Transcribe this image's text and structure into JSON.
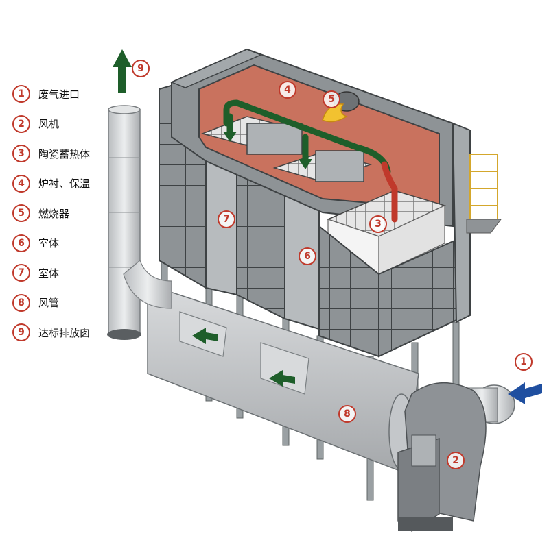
{
  "legend": [
    {
      "num": "1",
      "label": "废气进口"
    },
    {
      "num": "2",
      "label": "风机"
    },
    {
      "num": "3",
      "label": "陶瓷蓄热体"
    },
    {
      "num": "4",
      "label": "炉衬、保温"
    },
    {
      "num": "5",
      "label": "燃烧器"
    },
    {
      "num": "6",
      "label": "室体"
    },
    {
      "num": "7",
      "label": "室体"
    },
    {
      "num": "8",
      "label": "风管"
    },
    {
      "num": "9",
      "label": "达标排放囱"
    }
  ],
  "callouts": {
    "c1": "1",
    "c2": "2",
    "c3": "3",
    "c4": "4",
    "c5": "5",
    "c6": "6",
    "c7": "7",
    "c8": "8",
    "c9": "9"
  },
  "colors": {
    "accent_red": "#c0392b",
    "arrow_green": "#1e5e2a",
    "inlet_blue": "#1f4fa0",
    "lining": "#c9725e",
    "panel_gray": "#9ea3a6",
    "burner_yellow": "#f2c230"
  }
}
